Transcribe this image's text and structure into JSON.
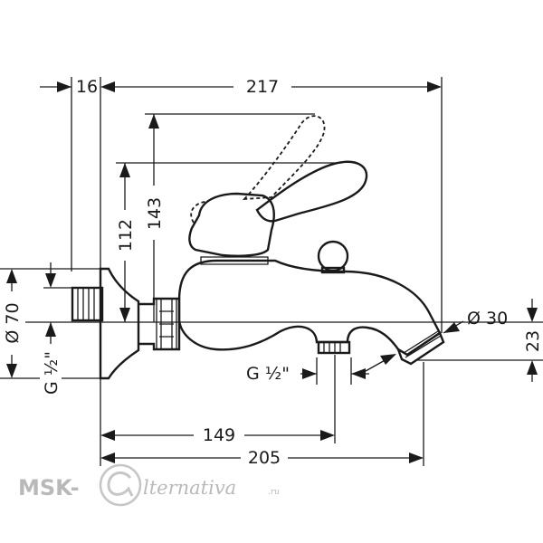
{
  "dimensions": {
    "d16": "16",
    "d217": "217",
    "d143": "143",
    "d112": "112",
    "d70": "Ø 70",
    "g_left": "G ½\"",
    "g_bottom": "G ½\"",
    "d30": "Ø 30",
    "d23": "23",
    "d149": "149",
    "d205": "205"
  },
  "watermark": {
    "prefix": "MSK-",
    "script": "lternativa",
    "suffix": ".ru"
  }
}
